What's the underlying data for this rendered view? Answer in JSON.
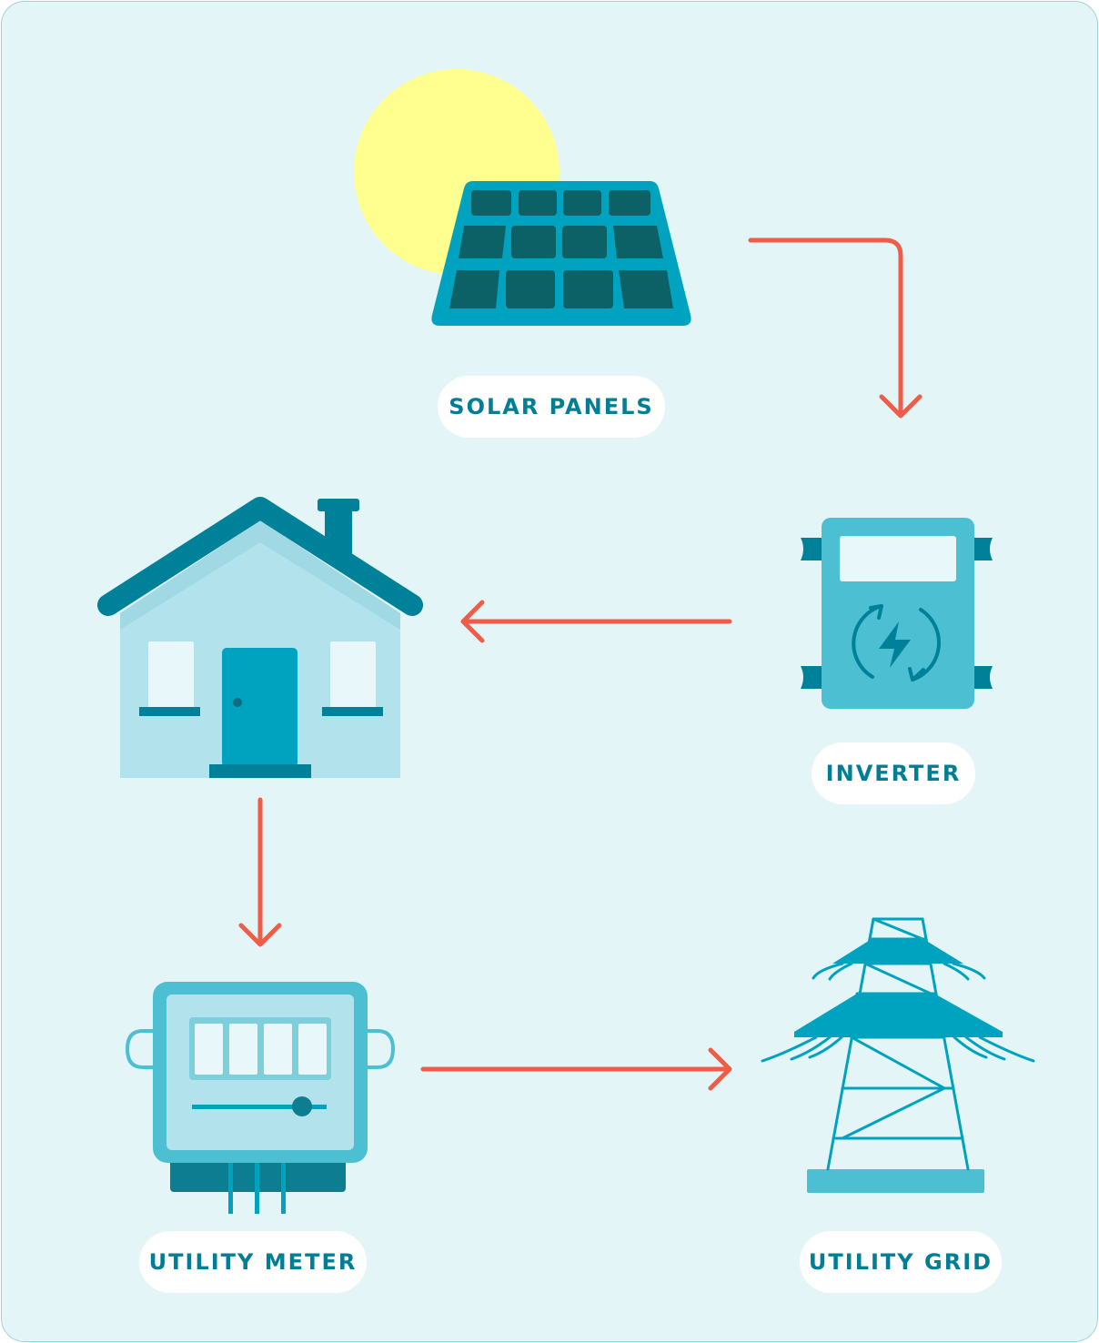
{
  "labels": {
    "solar_panels": "SOLAR PANELS",
    "inverter": "INVERTER",
    "utility_meter": "UTILITY METER",
    "utility_grid": "UTILITY GRID"
  },
  "icons": [
    "sun-icon",
    "solar-panel-icon",
    "inverter-icon",
    "house-icon",
    "utility-meter-icon",
    "transmission-tower-icon"
  ],
  "colors": {
    "background": "#e4f5f8",
    "arrow": "#ef5c47",
    "label_text": "#007e95",
    "sun": "#feff8f",
    "panel_frame": "#00a3bf",
    "panel_cell": "#0c6167"
  }
}
